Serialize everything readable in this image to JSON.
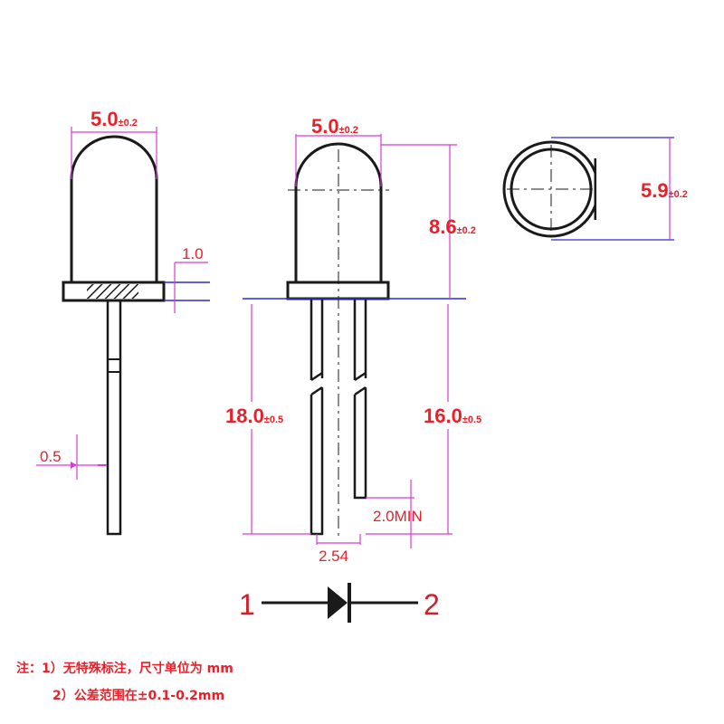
{
  "colors": {
    "outline": "#1a1a1a",
    "dimension_line": "#d63cd6",
    "reference_line": "#2a2ad6",
    "dimension_text": "#e8202a"
  },
  "side_view": {
    "width_main": "5.0",
    "width_tol": "±0.2",
    "flange_label": "1.0",
    "lead_label": "0.5"
  },
  "front_view": {
    "width_main": "5.0",
    "width_tol": "±0.2",
    "height_main": "8.6",
    "height_tol": "±0.2",
    "long_lead_main": "18.0",
    "long_lead_tol": "±0.5",
    "short_lead_main": "16.0",
    "short_lead_tol": "±0.5",
    "lead_diff_label": "2.0MIN",
    "pitch_label": "2.54"
  },
  "top_view": {
    "flange_main": "5.9",
    "flange_tol": "±0.2"
  },
  "symbol": {
    "pin1": "1",
    "pin2": "2"
  },
  "notes": {
    "line1": "注：1）无特殊标注，尺寸单位为 mm",
    "line2": "2）公差范围在±0.1-0.2mm"
  }
}
